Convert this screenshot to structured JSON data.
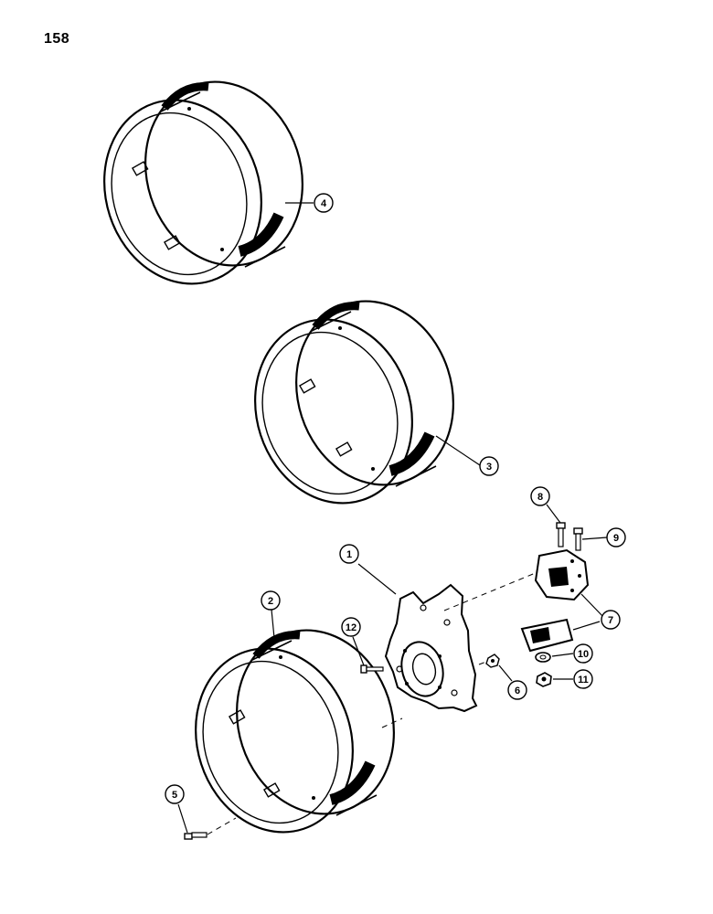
{
  "page": {
    "number": "158"
  },
  "callouts": [
    "1",
    "2",
    "3",
    "4",
    "5",
    "6",
    "7",
    "8",
    "9",
    "10",
    "11",
    "12"
  ]
}
